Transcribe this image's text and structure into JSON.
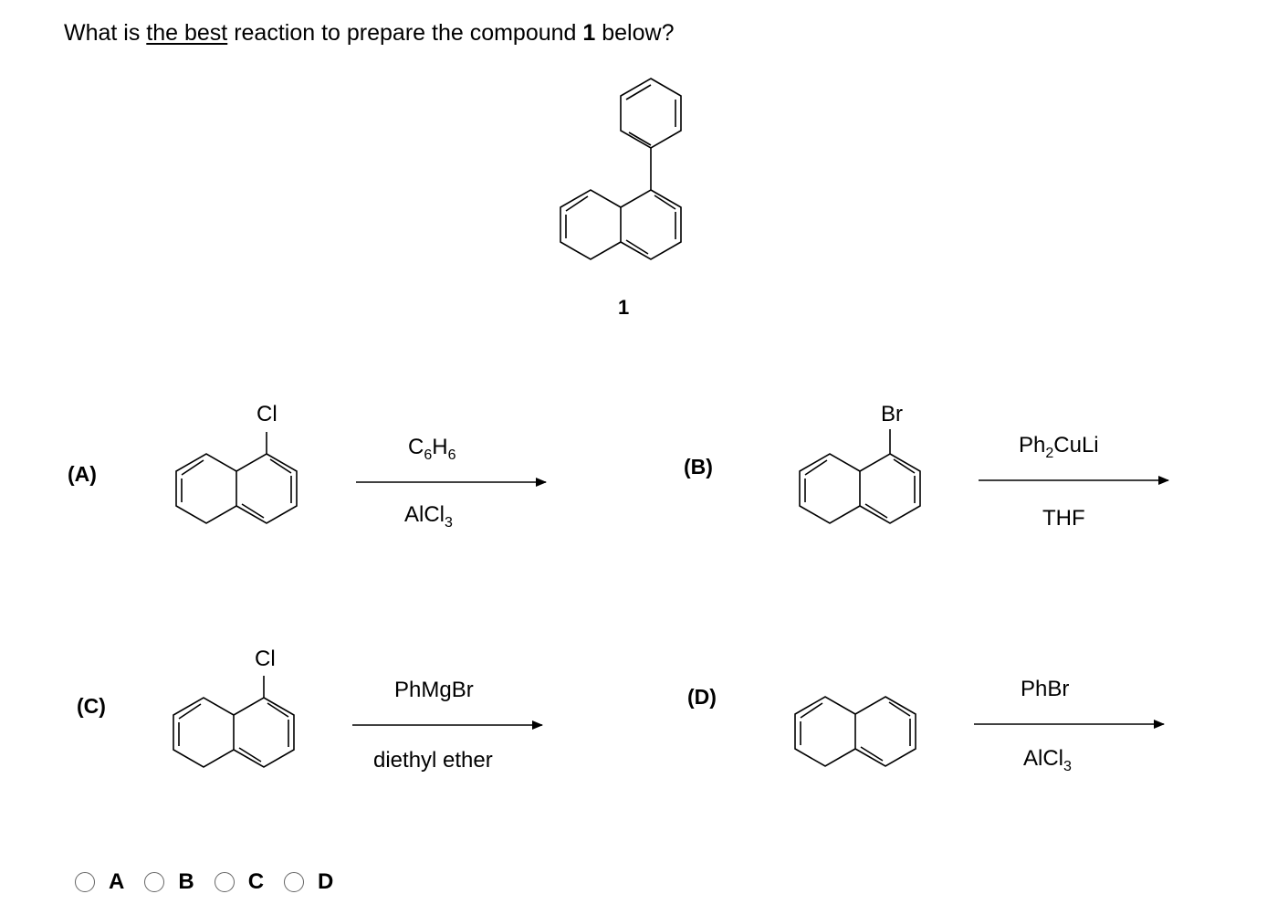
{
  "question": {
    "prefix": "What is ",
    "underlined": "the best",
    "middle": " reaction to prepare the compound ",
    "compound": "1",
    "suffix": " below?"
  },
  "target": {
    "label": "1"
  },
  "reactions": [
    {
      "label": "(A)",
      "substituent": "Cl",
      "reagent_above": "C6H6",
      "reagent_below": "AlCl3"
    },
    {
      "label": "(B)",
      "substituent": "Br",
      "reagent_above": "Ph2CuLi",
      "reagent_below": "THF"
    },
    {
      "label": "(C)",
      "substituent": "Cl",
      "reagent_above": "PhMgBr",
      "reagent_below": "diethyl ether"
    },
    {
      "label": "(D)",
      "substituent": "",
      "reagent_above": "PhBr",
      "reagent_below": "AlCl3"
    }
  ],
  "answer_options": [
    "A",
    "B",
    "C",
    "D"
  ]
}
